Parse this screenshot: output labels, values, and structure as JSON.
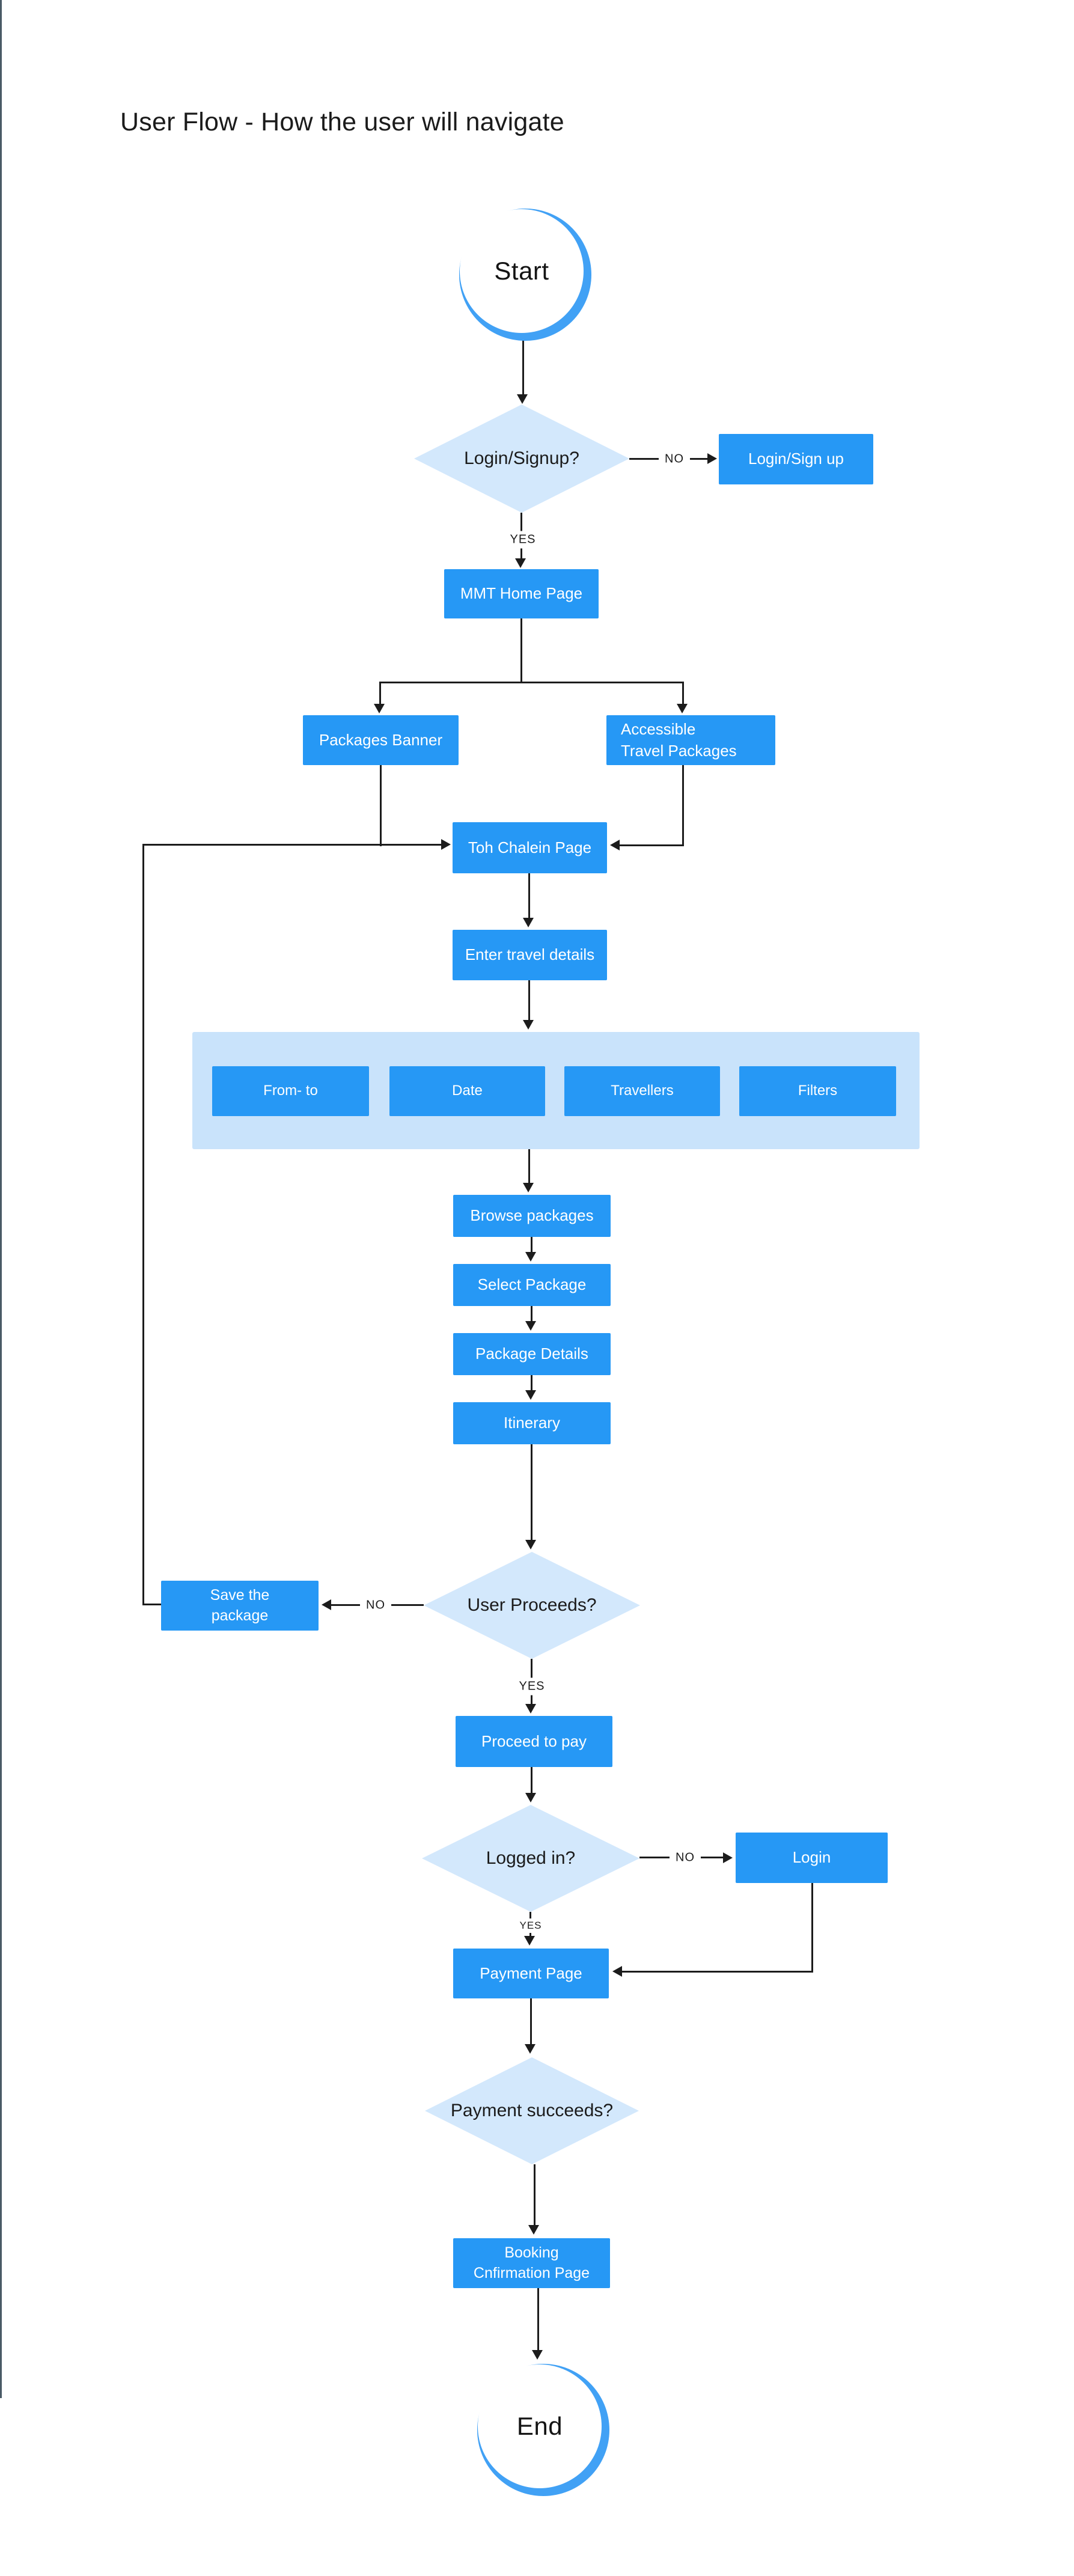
{
  "title": "User Flow - How the user will navigate",
  "colors": {
    "process_fill": "#2698F5",
    "decision_fill": "#D3E8FC",
    "panel_fill": "#C9E3FB",
    "line": "#1C1C1C",
    "accent_ring": "#41A1F5",
    "sidebar_rule": "#4A5A66"
  },
  "nodes": {
    "start": "Start",
    "login_signup_decision": "Login/Signup?",
    "login_signup": "Login/Sign up",
    "mmt_home": "MMT Home Page",
    "packages_banner": "Packages Banner",
    "accessible_travel": "Accessible\nTravel Packages",
    "toh_chalein": "Toh Chalein Page",
    "enter_travel_details": "Enter travel details",
    "from_to": "From- to",
    "date": "Date",
    "travellers": "Travellers",
    "filters": "Filters",
    "browse_packages": "Browse packages",
    "select_package": "Select Package",
    "package_details": "Package Details",
    "itinerary": "Itinerary",
    "user_proceeds_decision": "User Proceeds?",
    "save_package": "Save the\npackage",
    "proceed_to_pay": "Proceed to pay",
    "logged_in_decision": "Logged in?",
    "login": "Login",
    "payment_page": "Payment Page",
    "payment_succeeds_decision": "Payment succeeds?",
    "booking_confirmation": "Booking\nCnfirmation Page",
    "end": "End"
  },
  "edge_labels": {
    "login_no": "NO",
    "login_yes": "YES",
    "proceeds_no": "NO",
    "proceeds_yes": "YES",
    "logged_in_no": "NO",
    "logged_in_yes": "YES"
  }
}
